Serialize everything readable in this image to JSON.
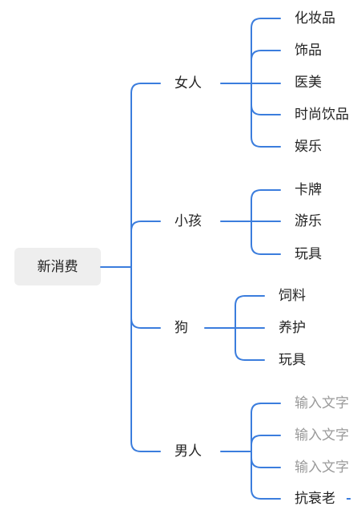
{
  "root": {
    "label": "新消费"
  },
  "branches": [
    {
      "label": "女人",
      "children": [
        {
          "label": "化妆品"
        },
        {
          "label": "饰品"
        },
        {
          "label": "医美"
        },
        {
          "label": "时尚饮品"
        },
        {
          "label": "娱乐"
        }
      ]
    },
    {
      "label": "小孩",
      "children": [
        {
          "label": "卡牌"
        },
        {
          "label": "游乐"
        },
        {
          "label": "玩具"
        }
      ]
    },
    {
      "label": "狗",
      "children": [
        {
          "label": "饲料"
        },
        {
          "label": "养护"
        },
        {
          "label": "玩具"
        }
      ]
    },
    {
      "label": "男人",
      "children": [
        {
          "label": "输入文字",
          "placeholder": true
        },
        {
          "label": "输入文字",
          "placeholder": true
        },
        {
          "label": "输入文字",
          "placeholder": true
        },
        {
          "label": "抗衰老"
        }
      ]
    }
  ],
  "colors": {
    "edge": "#3b7ddd",
    "root_fill": "#eeeeee",
    "text": "#222222",
    "placeholder_text": "#9a9a9a"
  }
}
